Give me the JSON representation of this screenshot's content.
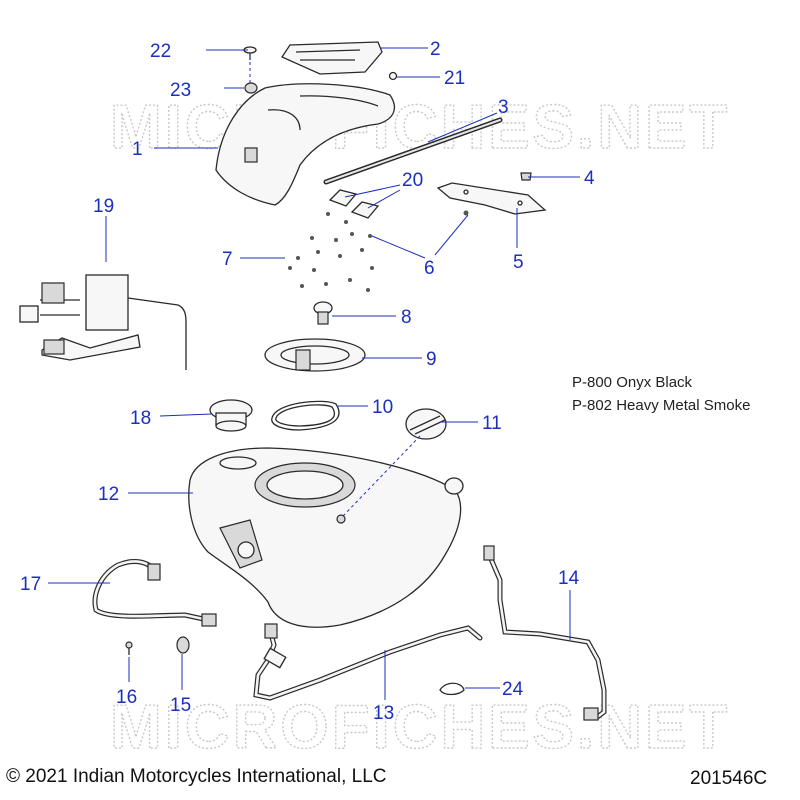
{
  "watermark": "MICROFICHES.NET",
  "color_notes": [
    "P-800 Onyx Black",
    "P-802 Heavy Metal Smoke"
  ],
  "copyright": "© 2021 Indian Motorcycles International, LLC",
  "diagram_id": "201546C",
  "callouts": [
    {
      "id": "callout-1",
      "label": "1"
    },
    {
      "id": "callout-2",
      "label": "2"
    },
    {
      "id": "callout-3",
      "label": "3"
    },
    {
      "id": "callout-4",
      "label": "4"
    },
    {
      "id": "callout-5",
      "label": "5"
    },
    {
      "id": "callout-6",
      "label": "6"
    },
    {
      "id": "callout-7",
      "label": "7"
    },
    {
      "id": "callout-8",
      "label": "8"
    },
    {
      "id": "callout-9",
      "label": "9"
    },
    {
      "id": "callout-10",
      "label": "10"
    },
    {
      "id": "callout-11",
      "label": "11"
    },
    {
      "id": "callout-12",
      "label": "12"
    },
    {
      "id": "callout-13",
      "label": "13"
    },
    {
      "id": "callout-14",
      "label": "14"
    },
    {
      "id": "callout-15",
      "label": "15"
    },
    {
      "id": "callout-16",
      "label": "16"
    },
    {
      "id": "callout-17",
      "label": "17"
    },
    {
      "id": "callout-18",
      "label": "18"
    },
    {
      "id": "callout-19",
      "label": "19"
    },
    {
      "id": "callout-20",
      "label": "20"
    },
    {
      "id": "callout-21",
      "label": "21"
    },
    {
      "id": "callout-22",
      "label": "22"
    },
    {
      "id": "callout-23",
      "label": "23"
    },
    {
      "id": "callout-24",
      "label": "24"
    }
  ],
  "colors": {
    "callout": "#1b2fbd",
    "line_art": "#2a2a2a",
    "watermark": "#c9c9c9"
  }
}
